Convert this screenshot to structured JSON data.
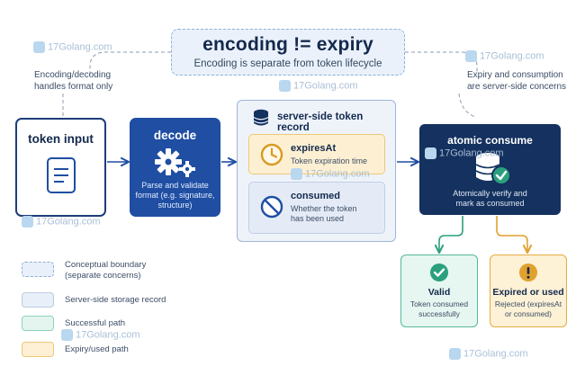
{
  "title": {
    "main": "encoding != expiry",
    "sub": "Encoding is separate from token lifecycle"
  },
  "notes": {
    "left": [
      "Encoding/decoding",
      "handles format only"
    ],
    "right": [
      "Expiry and consumption",
      "are server-side concerns"
    ]
  },
  "nodes": {
    "token_input": {
      "label": "token input",
      "icon": "document-icon"
    },
    "decode": {
      "label": "decode",
      "desc": [
        "Parse and validate",
        "format (e.g. signature,",
        "structure)"
      ],
      "icon": "gears-icon"
    },
    "record": {
      "title": "server-side token record",
      "icon": "database-icon",
      "expires": {
        "title": "expiresAt",
        "desc": [
          "Token expiration time"
        ],
        "icon": "clock-icon"
      },
      "consumed": {
        "title": "consumed",
        "desc": [
          "Whether the token",
          "has been used"
        ],
        "icon": "no-entry-icon"
      }
    },
    "atomic": {
      "label": "atomic consume",
      "desc": [
        "Atomically verify and",
        "mark as consumed"
      ],
      "icon": "database-check-icon"
    },
    "valid": {
      "title": "Valid",
      "desc": [
        "Token consumed",
        "successfully"
      ],
      "icon": "check-circle-icon"
    },
    "expired": {
      "title": "Expired or used",
      "desc": [
        "Rejected (expiresAt",
        "or consumed)"
      ],
      "icon": "exclamation-circle-icon"
    }
  },
  "legend": [
    {
      "text": [
        "Conceptual boundary",
        "(separate concerns)"
      ],
      "style": "dashed",
      "fill": "#e9f0fa",
      "stroke": "#8fb0d8"
    },
    {
      "text": [
        "Server-side storage record"
      ],
      "style": "solid",
      "fill": "#e9eff8",
      "stroke": "#bccbe0"
    },
    {
      "text": [
        "Successful path"
      ],
      "style": "solid",
      "fill": "#e3f5ee",
      "stroke": "#8fd3bc"
    },
    {
      "text": [
        "Expiry/used path"
      ],
      "style": "solid",
      "fill": "#fdf0d4",
      "stroke": "#efc77a"
    }
  ],
  "watermark": "17Golang.com",
  "colors": {
    "navy": "#14315f",
    "blue": "#1f4ea3",
    "green": "#2aa07e",
    "amber": "#e0a12e",
    "wire": "#1f4ea3",
    "dashed": "#8b9bb0"
  }
}
